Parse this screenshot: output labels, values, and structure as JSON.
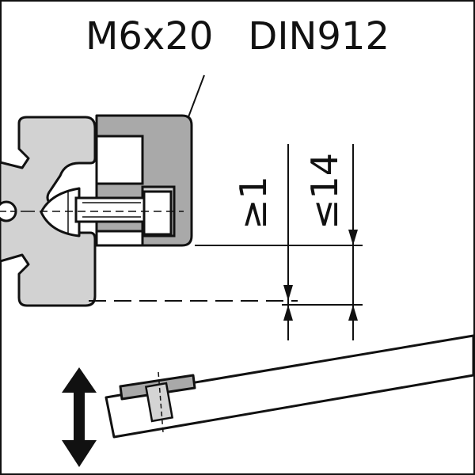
{
  "labels": {
    "screw_spec": "M6x20",
    "standard": "DIN912",
    "min_dimension": "≥1",
    "max_dimension": "≤14"
  },
  "colors": {
    "line": "#111111",
    "fill_gray": "#a9a9a9",
    "fill_light": "#d4d4d4",
    "background": "#ffffff"
  },
  "icons": {
    "adjust": "double-arrow-up-down-icon"
  }
}
